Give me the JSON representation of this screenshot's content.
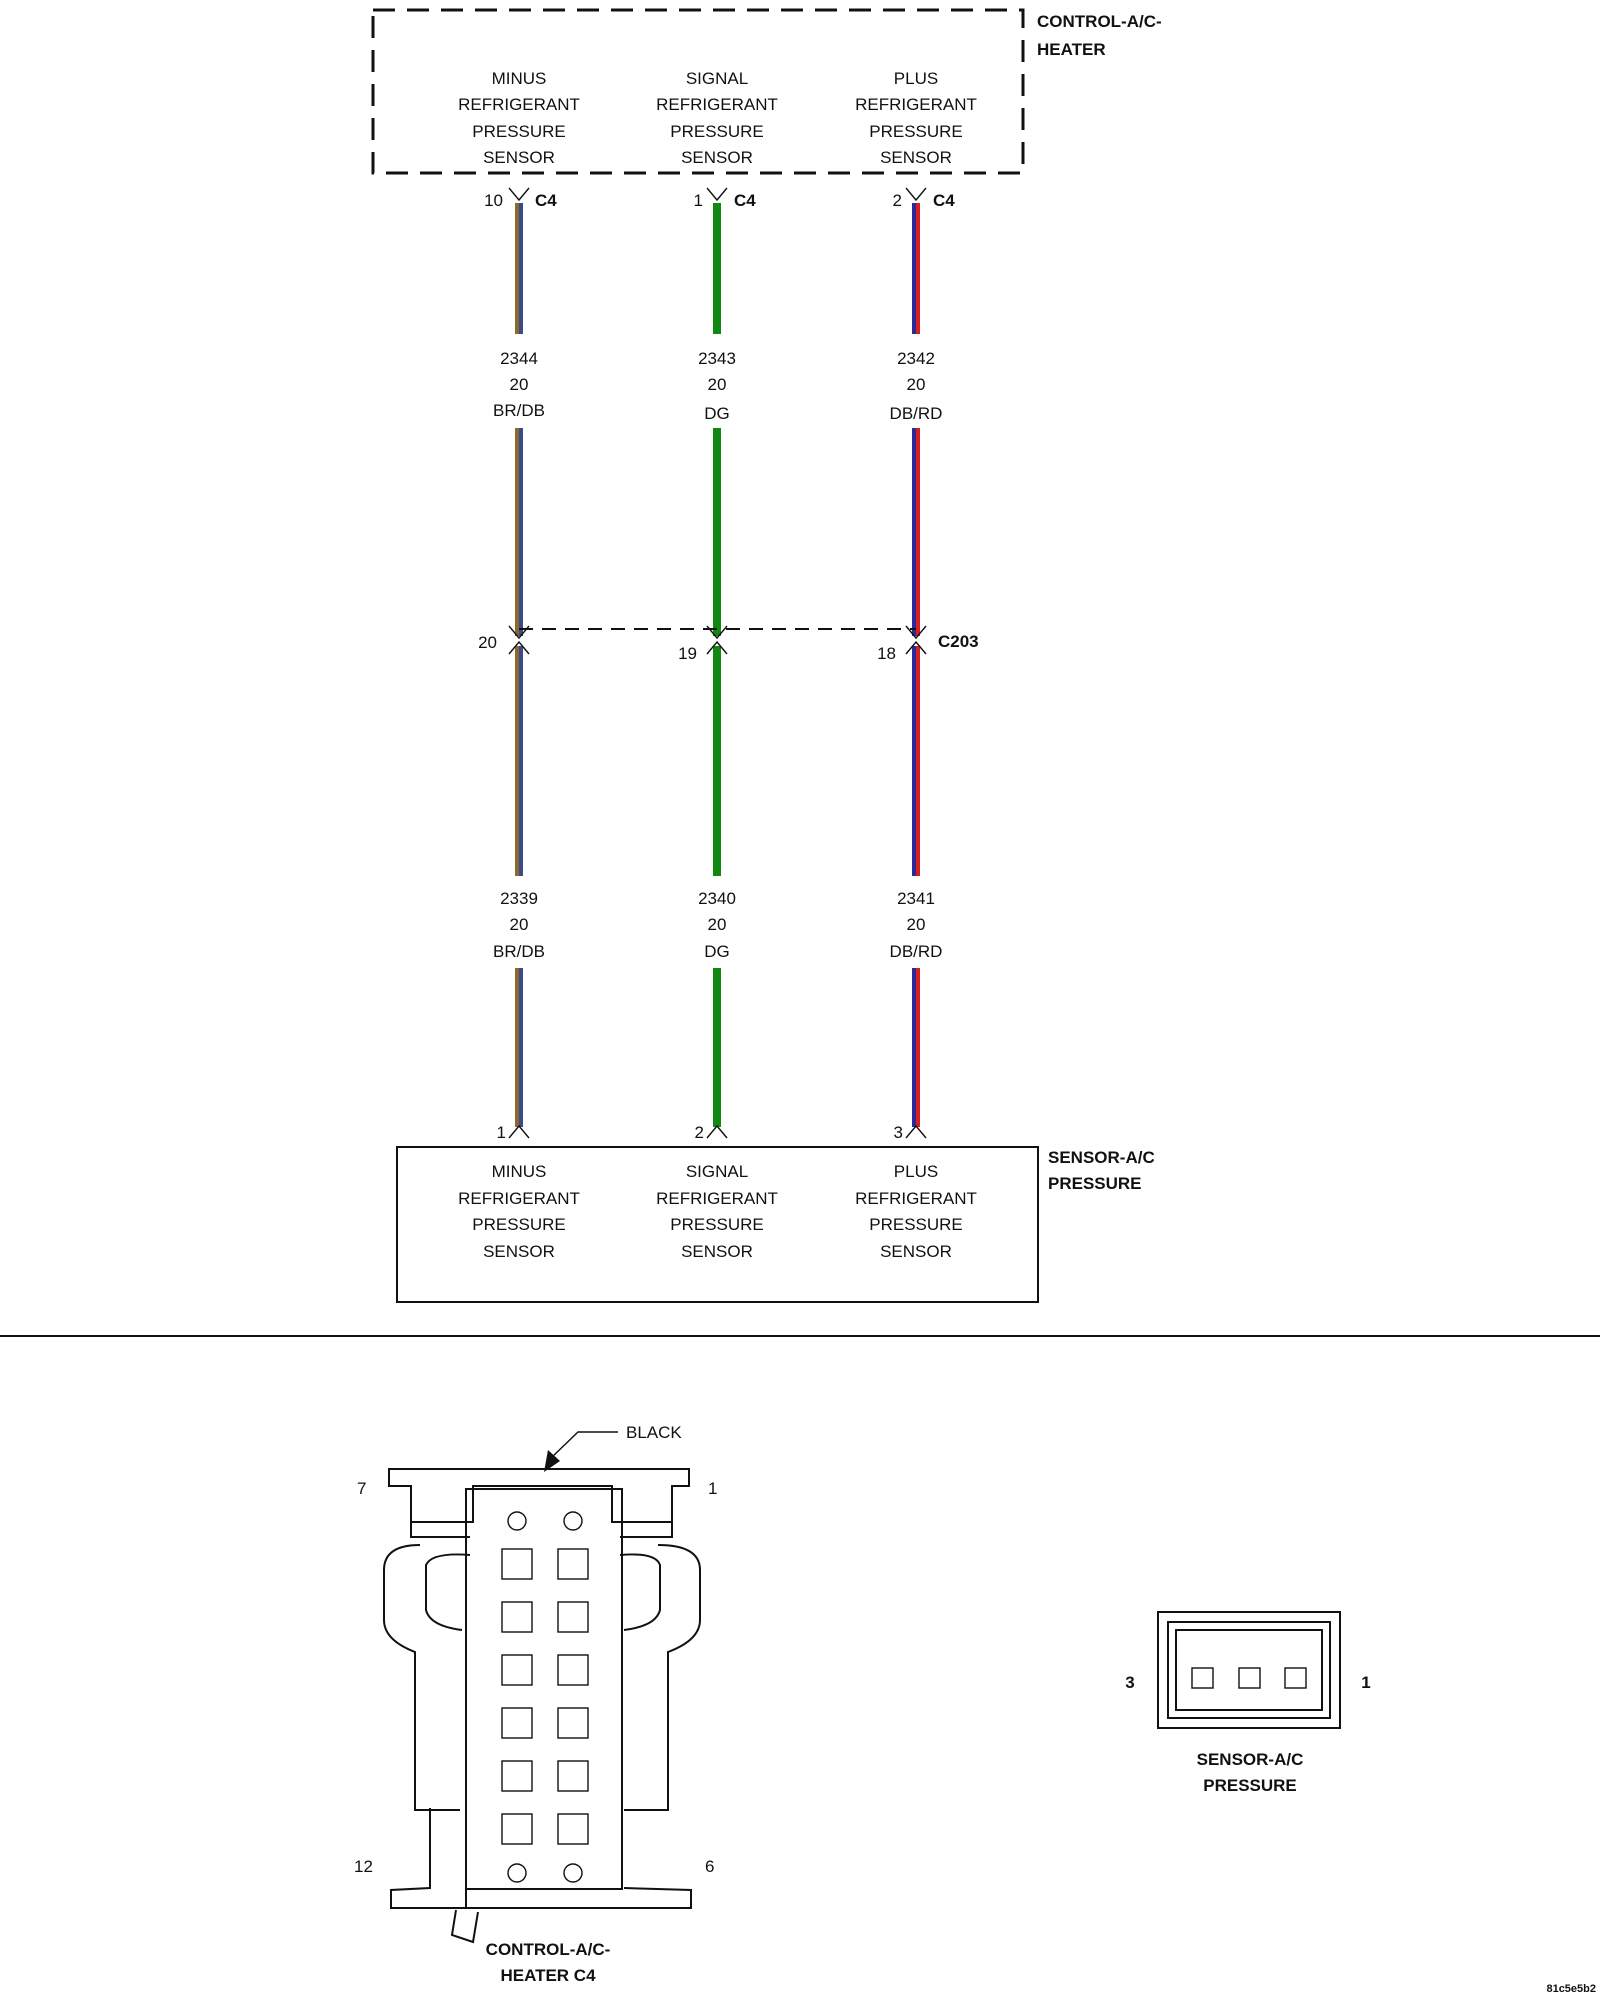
{
  "control_module": {
    "title_line1": "CONTROL-A/C-",
    "title_line2": "HEATER",
    "connector": "C4"
  },
  "inline_connector": {
    "name": "C203"
  },
  "sensor_module": {
    "title_line1": "SENSOR-A/C",
    "title_line2": "PRESSURE"
  },
  "circuits": [
    {
      "function": [
        "MINUS",
        "REFRIGERANT",
        "PRESSURE",
        "SENSOR"
      ],
      "control_pin": "10",
      "upper_wire": {
        "circuit": "2344",
        "gauge": "20",
        "color": "BR/DB"
      },
      "c203_pin": "20",
      "lower_wire": {
        "circuit": "2339",
        "gauge": "20",
        "color": "BR/DB"
      },
      "sensor_pin": "1",
      "stripe_colors": [
        "#8a6a2a",
        "#3b4a8a"
      ]
    },
    {
      "function": [
        "SIGNAL",
        "REFRIGERANT",
        "PRESSURE",
        "SENSOR"
      ],
      "control_pin": "1",
      "upper_wire": {
        "circuit": "2343",
        "gauge": "20",
        "color": "DG"
      },
      "c203_pin": "19",
      "lower_wire": {
        "circuit": "2340",
        "gauge": "20",
        "color": "DG"
      },
      "sensor_pin": "2",
      "stripe_colors": [
        "#118811",
        "#118811"
      ]
    },
    {
      "function": [
        "PLUS",
        "REFRIGERANT",
        "PRESSURE",
        "SENSOR"
      ],
      "control_pin": "2",
      "upper_wire": {
        "circuit": "2342",
        "gauge": "20",
        "color": "DB/RD"
      },
      "c203_pin": "18",
      "lower_wire": {
        "circuit": "2341",
        "gauge": "20",
        "color": "DB/RD"
      },
      "sensor_pin": "3",
      "stripe_colors": [
        "#2a2a9a",
        "#d62020"
      ]
    }
  ],
  "connector_views": {
    "c4": {
      "color_label": "BLACK",
      "pin_top_left": "7",
      "pin_top_right": "1",
      "pin_bottom_left": "12",
      "pin_bottom_right": "6",
      "caption_line1": "CONTROL-A/C-",
      "caption_line2": "HEATER C4"
    },
    "sensor": {
      "pin_left": "3",
      "pin_right": "1",
      "caption_line1": "SENSOR-A/C",
      "caption_line2": "PRESSURE"
    }
  },
  "image_id": "81c5e5b2"
}
